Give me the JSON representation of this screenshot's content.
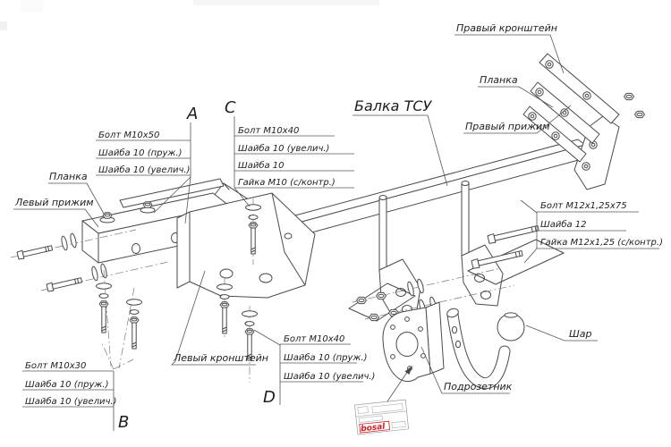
{
  "diagram": {
    "part_labels": {
      "right_bracket": "Правый кронштейн",
      "planka_right": "Планка",
      "right_clamp": "Правый прижим",
      "beam": "Балка ТСУ",
      "planka_left": "Планка",
      "left_clamp": "Левый прижим",
      "left_bracket": "Левый кронштейн",
      "ball": "Шар",
      "socket_plate": "Подрозетник"
    },
    "callouts": {
      "A": {
        "letter": "A",
        "rows": [
          "Болт М10х50",
          "Шайба 10 (пруж.)",
          "Шайба 10 (увелич.)"
        ]
      },
      "C": {
        "letter": "C",
        "rows": [
          "Болт М10х40",
          "Шайба 10 (увелич.)",
          "Шайба 10",
          "Гайка М10 (с/контр.)"
        ]
      },
      "B": {
        "letter": "B",
        "rows": [
          "Болт М10х30",
          "Шайба 10 (пруж.)",
          "Шайба 10 (увелич.)"
        ]
      },
      "D": {
        "letter": "D",
        "rows": [
          "Болт М10х40",
          "Шайба 10 (пруж.)",
          "Шайба 10 (увелич.)"
        ]
      },
      "M12": {
        "rows": [
          "Болт М12х1,25х75",
          "Шайба 12",
          "Гайка М12х1,25 (с/контр.)"
        ]
      }
    },
    "sticker": {
      "brand": "bosal"
    },
    "colors": {
      "line": "#4a4a4a",
      "label_text": "#1d1d1d",
      "leader": "#565656",
      "brand_red": "#cc2026",
      "background": "#ffffff"
    }
  }
}
